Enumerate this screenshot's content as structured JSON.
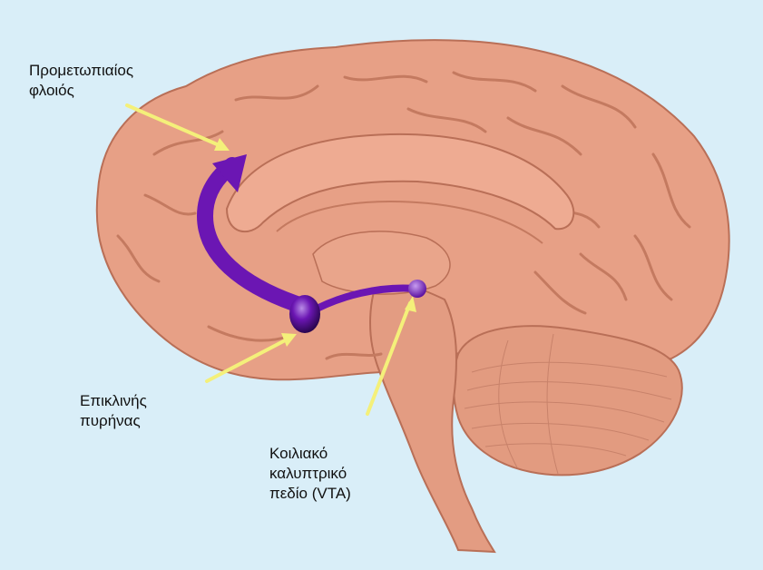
{
  "colors": {
    "background": "#d9eef8",
    "brain": "#e7a086",
    "brain_shadow": "#b96f57",
    "pathway": "#6b16b3",
    "pointer": "#f4f07a"
  },
  "labels": {
    "prefrontal": {
      "line1": "Προμετωπιαίος",
      "line2": "φλοιός"
    },
    "accumbens": {
      "line1": "Επικλινής",
      "line2": "πυρήνας"
    },
    "vta": {
      "line1": "Κοιλιακό",
      "line2": "καλυπτρικό",
      "line3": "πεδίο (VTA)"
    }
  }
}
